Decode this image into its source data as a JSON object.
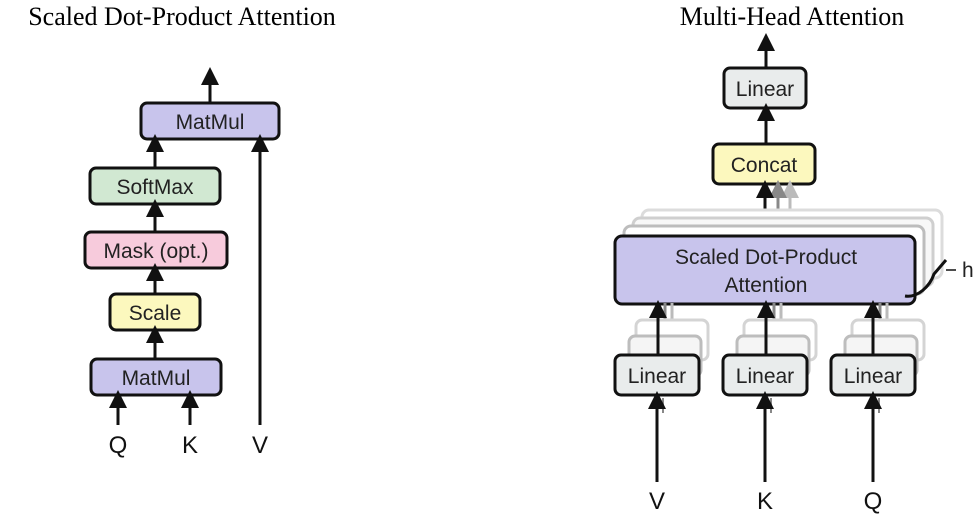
{
  "left": {
    "title": "Scaled Dot-Product Attention",
    "blocks": {
      "matmul_top": "MatMul",
      "softmax": "SoftMax",
      "mask": "Mask (opt.)",
      "scale": "Scale",
      "matmul_bottom": "MatMul"
    },
    "inputs": {
      "q": "Q",
      "k": "K",
      "v": "V"
    }
  },
  "right": {
    "title": "Multi-Head Attention",
    "blocks": {
      "linear_out": "Linear",
      "concat": "Concat",
      "attention_line1": "Scaled Dot-Product",
      "attention_line2": "Attention",
      "linear_v": "Linear",
      "linear_k": "Linear",
      "linear_q": "Linear"
    },
    "heads_label": "h",
    "inputs": {
      "v": "V",
      "k": "K",
      "q": "Q"
    }
  },
  "colors": {
    "purple": "#c8c4ec",
    "green": "#d1e8d2",
    "pink": "#f7cbdc",
    "yellow": "#fcf8be",
    "gray": "#e9ecec"
  }
}
